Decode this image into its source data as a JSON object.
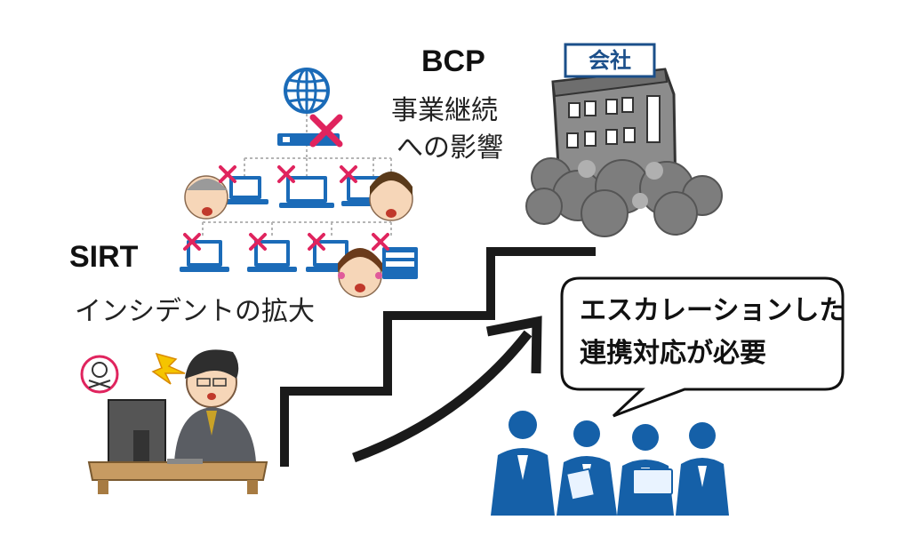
{
  "bcp": {
    "title": "BCP",
    "line1": "事業継続",
    "line2": "への影響",
    "sign_text": "会社"
  },
  "sirt": {
    "title": "SIRT",
    "subtitle": "インシデントの拡大"
  },
  "bubble": {
    "line1": "エスカレーションした",
    "line2": "連携対応が必要"
  },
  "colors": {
    "cross": "#e0245e",
    "network_blue": "#1b6bb8",
    "arrow": "#1a1a1a",
    "team_blue": "#1560a8",
    "building": "#8a8a8a",
    "smoke": "#7d7d7d"
  },
  "icons": [
    "globe-icon",
    "server-icon",
    "laptop-icon",
    "cross-icon",
    "skull-icon",
    "warning-flash-icon",
    "building-icon",
    "smoke-icon",
    "team-icon"
  ]
}
